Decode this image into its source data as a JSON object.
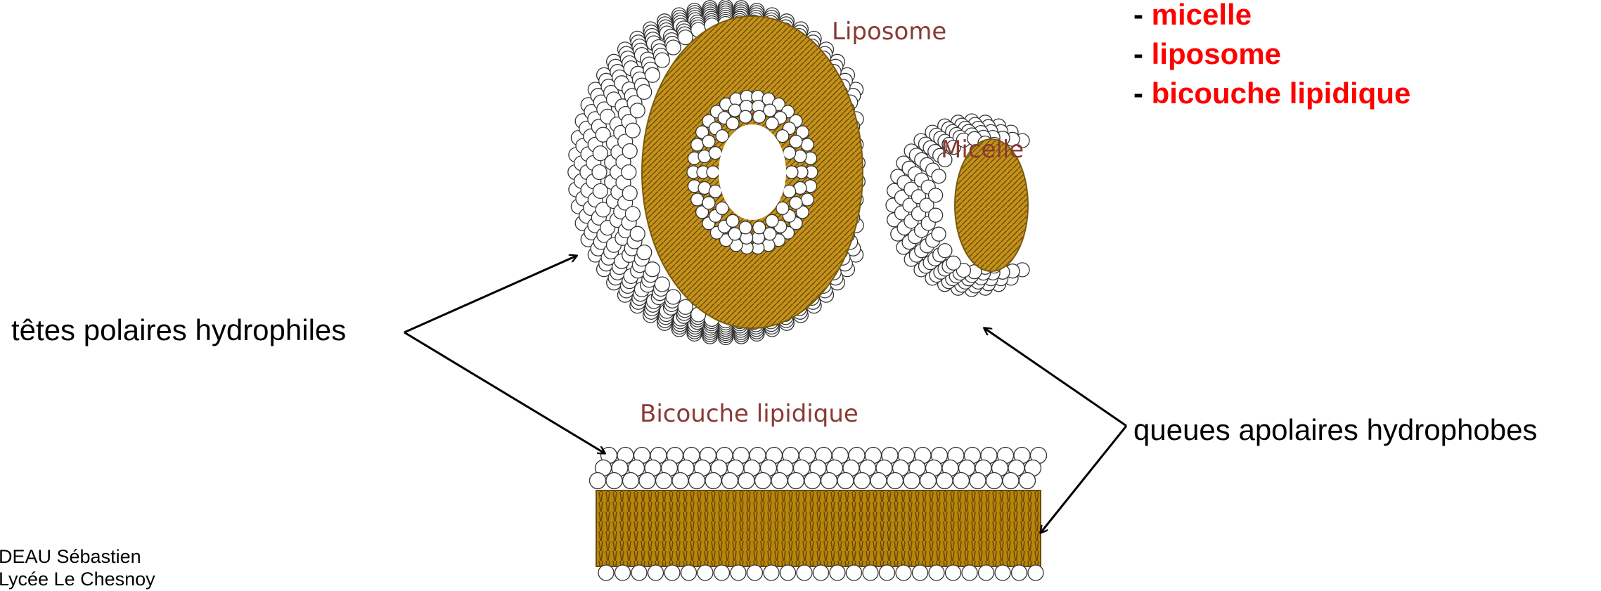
{
  "list": {
    "items": [
      {
        "dash": "- ",
        "word": "micelle"
      },
      {
        "dash": "- ",
        "word": "liposome"
      },
      {
        "dash": "- ",
        "word": "bicouche lipidique"
      }
    ]
  },
  "diagram": {
    "liposome_label": "Liposome",
    "micelle_label": "Micelle",
    "bilayer_label": "Bicouche lipidique"
  },
  "annotations": {
    "heads_label": "têtes polaires hydrophiles",
    "tails_label": "queues apolaires hydrophobes"
  },
  "credit": {
    "line1": "DEAU Sébastien",
    "line2": "Lycée Le Chesnoy"
  },
  "colors": {
    "list_accent": "#ff0000",
    "structure_label": "#8a3a34",
    "tail_fill": "#b8860b",
    "head_fill": "#ffffff"
  }
}
